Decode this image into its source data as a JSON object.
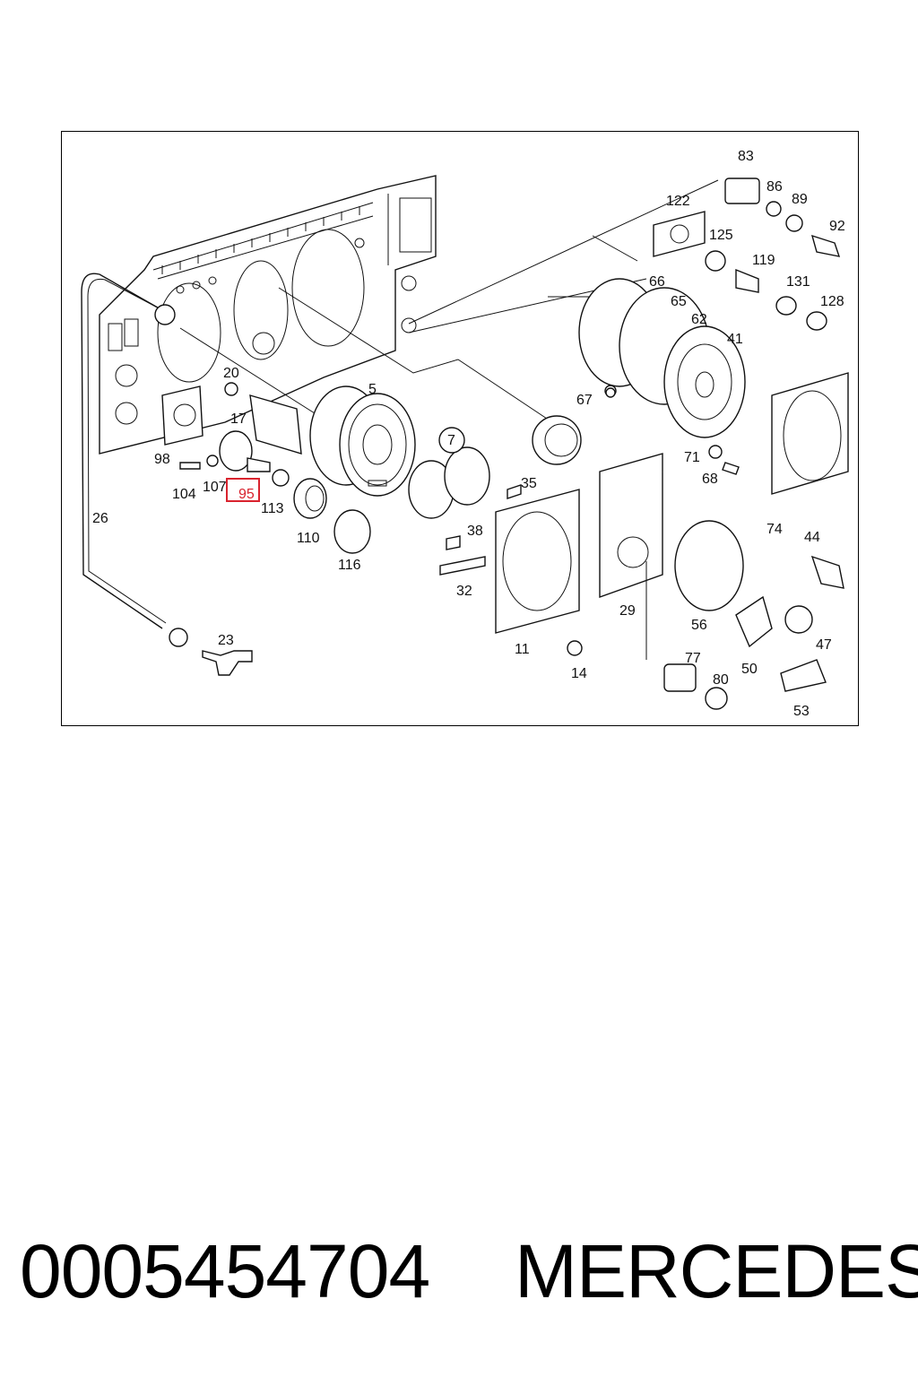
{
  "diagram": {
    "highlight_color": "#d9232e",
    "highlighted_part": "95",
    "labels": [
      "83",
      "86",
      "89",
      "92",
      "122",
      "125",
      "119",
      "131",
      "128",
      "66",
      "65",
      "62",
      "41",
      "67",
      "71",
      "68",
      "74",
      "44",
      "47",
      "50",
      "53",
      "56",
      "80",
      "77",
      "29",
      "14",
      "11",
      "7",
      "35",
      "38",
      "32",
      "5",
      "20",
      "17",
      "98",
      "104",
      "107",
      "95",
      "113",
      "110",
      "116",
      "26",
      "23"
    ]
  },
  "footer": {
    "part_number": "0005454704",
    "brand": "MERCEDES"
  }
}
